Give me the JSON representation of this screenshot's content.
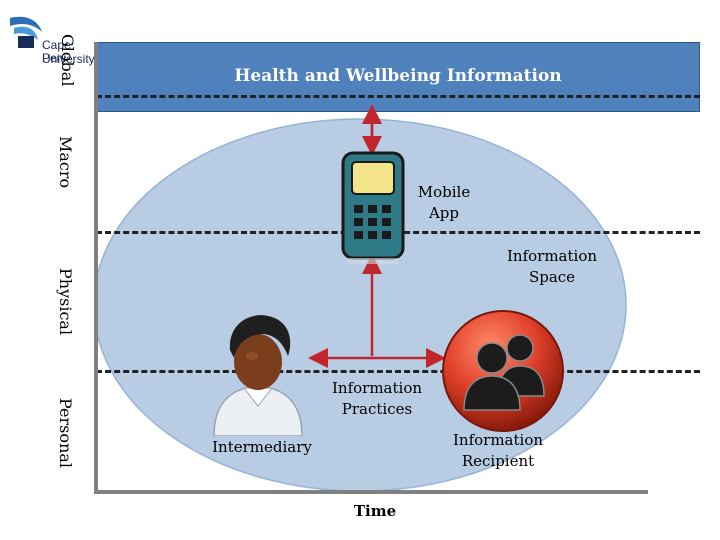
{
  "logo": {
    "line1": "Cape Peni",
    "line2": "University"
  },
  "banner": {
    "title": "Health and Wellbeing Information"
  },
  "levels": {
    "global": "Global",
    "macro": "Macro",
    "physical": "Physical",
    "personal": "Personal"
  },
  "nodes": {
    "mobile_app": {
      "line1": "Mobile",
      "line2": "App"
    },
    "information_space": {
      "line1": "Information",
      "line2": "Space"
    },
    "information_practices": {
      "line1": "Information",
      "line2": "Practices"
    },
    "intermediary": "Intermediary",
    "information_recipient": {
      "line1": "Information",
      "line2": "Recipient"
    }
  },
  "axis": {
    "time": "Time"
  },
  "colors": {
    "banner": "#4f81bd",
    "space": "#b8cce4",
    "arrow": "#c0262c",
    "phone": "#2e7a86",
    "recipient": "#e0402a"
  }
}
